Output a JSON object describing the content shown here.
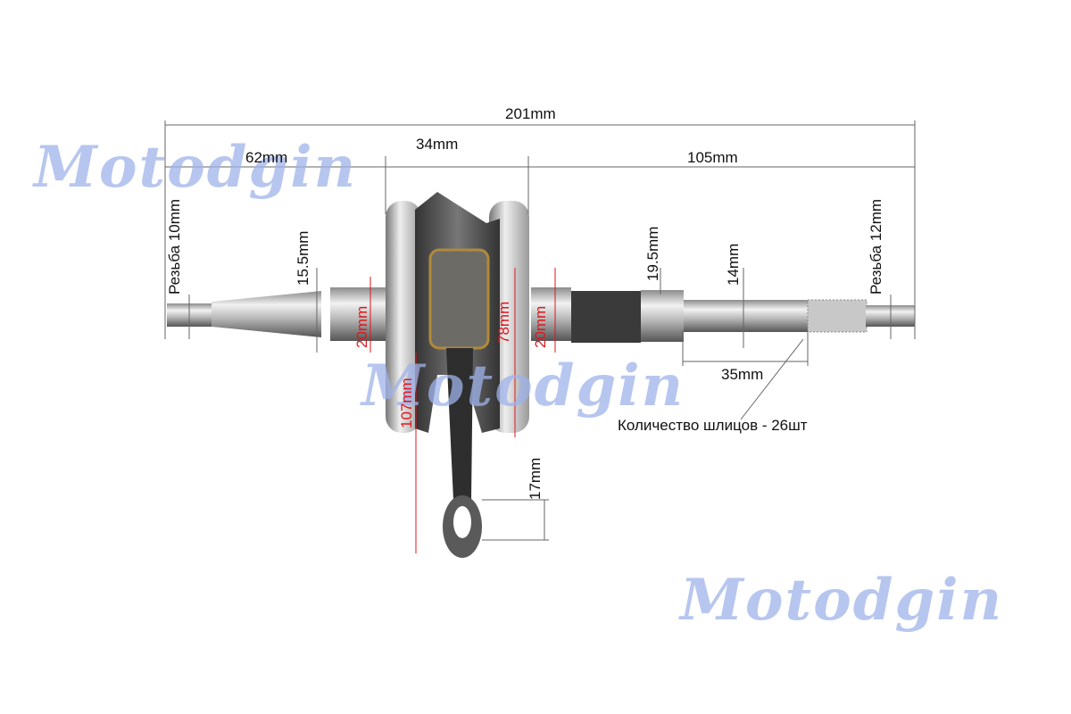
{
  "watermark": "Motodgin",
  "dimensions": {
    "total_length": "201mm",
    "left_shaft": "62mm",
    "crank_width": "34mm",
    "right_shaft": "105mm",
    "left_thread": "Резьба 10mm",
    "left_taper": "15.5mm",
    "left_journal": "20mm",
    "web_diameter": "78mm",
    "overall_height": "107mm",
    "right_journal": "20mm",
    "worm_diameter": "19.5mm",
    "right_shaft_diameter": "14mm",
    "right_thread": "Резьба 12mm",
    "spline_length": "35mm",
    "spline_count": "Количество шлицов - 26шт",
    "small_end": "17mm"
  }
}
